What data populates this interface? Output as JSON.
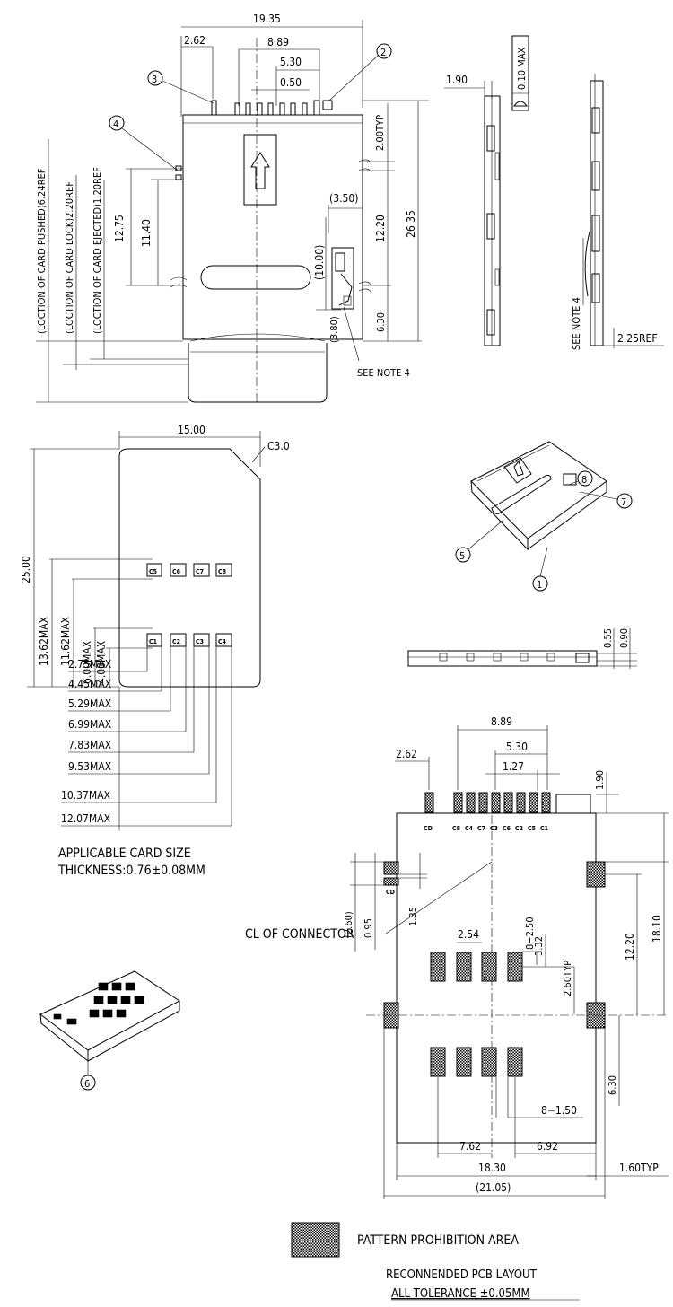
{
  "top_view": {
    "dims": {
      "overall_width": "19.35",
      "left_offset": "2.62",
      "pin_span": "8.89",
      "span_530": "5.30",
      "span_050": "0.50",
      "d_2typ": "2.00TYP",
      "d_350": "(3.50)",
      "d_1220": "12.20",
      "d_2635": "26.35",
      "d_1000": "(10.00)",
      "d_630": "6.30",
      "d_380": "(3.80)",
      "d_1275": "12.75",
      "d_1140": "11.40"
    },
    "ref_labels": {
      "pushed": "(LOCTION OF CARD PUSHED)6.24REF",
      "lock": "(LOCTION OF CARD LOCK)2.20REF",
      "ejected": "(LOCTION OF CARD EJECTED)1.20REF"
    },
    "see_note": "SEE NOTE 4",
    "callouts": [
      "1",
      "2",
      "3",
      "4",
      "5",
      "6",
      "7",
      "8"
    ]
  },
  "side_view": {
    "d_190": "1.90",
    "flatness": "0.10 MAX",
    "see_note": "SEE NOTE 4",
    "ref": "2.25REF"
  },
  "card": {
    "width": "15.00",
    "chamfer": "C3.0",
    "height": "25.00",
    "v_dims": [
      "13.62MAX",
      "11.62MAX",
      "6.00MAX",
      "4.00MAX"
    ],
    "h_dims": [
      "2.75MAX",
      "4.45MAX",
      "5.29MAX",
      "6.99MAX",
      "7.83MAX",
      "9.53MAX",
      "10.37MAX",
      "12.07MAX"
    ],
    "top_contacts": [
      "C5",
      "C6",
      "C7",
      "C8"
    ],
    "bottom_contacts": [
      "C1",
      "C2",
      "C3",
      "C4"
    ],
    "caption1": "APPLICABLE CARD SIZE",
    "caption2": "THICKNESS:0.76±0.08MM"
  },
  "front_view": {
    "d_055": "0.55",
    "d_090": "0.90"
  },
  "pcb": {
    "d_889": "8.89",
    "d_262": "2.62",
    "d_530": "5.30",
    "d_127": "1.27",
    "d_190": "1.90",
    "pin_labels": [
      "CD",
      "C8",
      "C4",
      "C7",
      "C3",
      "C6",
      "C2",
      "C5",
      "C1"
    ],
    "cd2": "CD",
    "d_260": "(2.60)",
    "d_095": "0.95",
    "d_135": "1.35",
    "d_254": "2.54",
    "d_8250": "8−2.50",
    "d_332": "3.32",
    "d_260typ": "2.60TYP",
    "d_1220": "12.20",
    "d_1810": "18.10",
    "d_630": "6.30",
    "cl_label": "CL OF CONNECTOR",
    "d_8150": "8−1.50",
    "d_762": "7.62",
    "d_692": "6.92",
    "d_1830": "18.30",
    "d_2105": "(21.05)",
    "d_160typ": "1.60TYP"
  },
  "legend": {
    "label": "PATTERN PROHIBITION AREA",
    "note1": "RECONNENDED PCB LAYOUT",
    "note2": "ALL TOLERANCE ±0.05MM"
  }
}
